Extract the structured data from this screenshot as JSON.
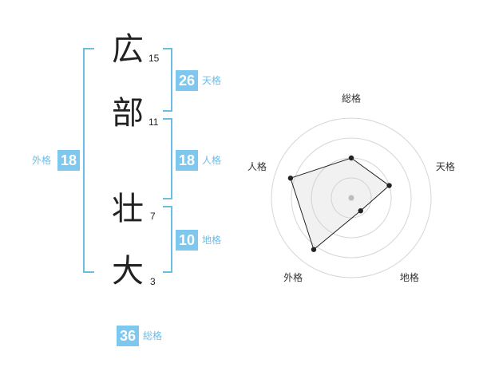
{
  "name_chars": [
    {
      "char": "広",
      "strokes": "15"
    },
    {
      "char": "部",
      "strokes": "11"
    },
    {
      "char": "壮",
      "strokes": "7"
    },
    {
      "char": "大",
      "strokes": "3"
    }
  ],
  "fortunes": {
    "tenkaku": {
      "value": "26",
      "label": "天格"
    },
    "jinkaku": {
      "value": "18",
      "label": "人格"
    },
    "chikaku": {
      "value": "10",
      "label": "地格"
    },
    "gaikaku": {
      "value": "18",
      "label": "外格"
    },
    "soukaku": {
      "value": "36",
      "label": "総格"
    }
  },
  "colors": {
    "accent": "#7ec8f0",
    "bracket": "#6bbde8"
  },
  "chart_data": {
    "type": "radar",
    "axes": [
      "総格",
      "天格",
      "地格",
      "外格",
      "人格"
    ],
    "values": [
      0.5,
      0.5,
      0.2,
      0.8,
      0.8
    ],
    "max": 1,
    "rings": 4
  }
}
